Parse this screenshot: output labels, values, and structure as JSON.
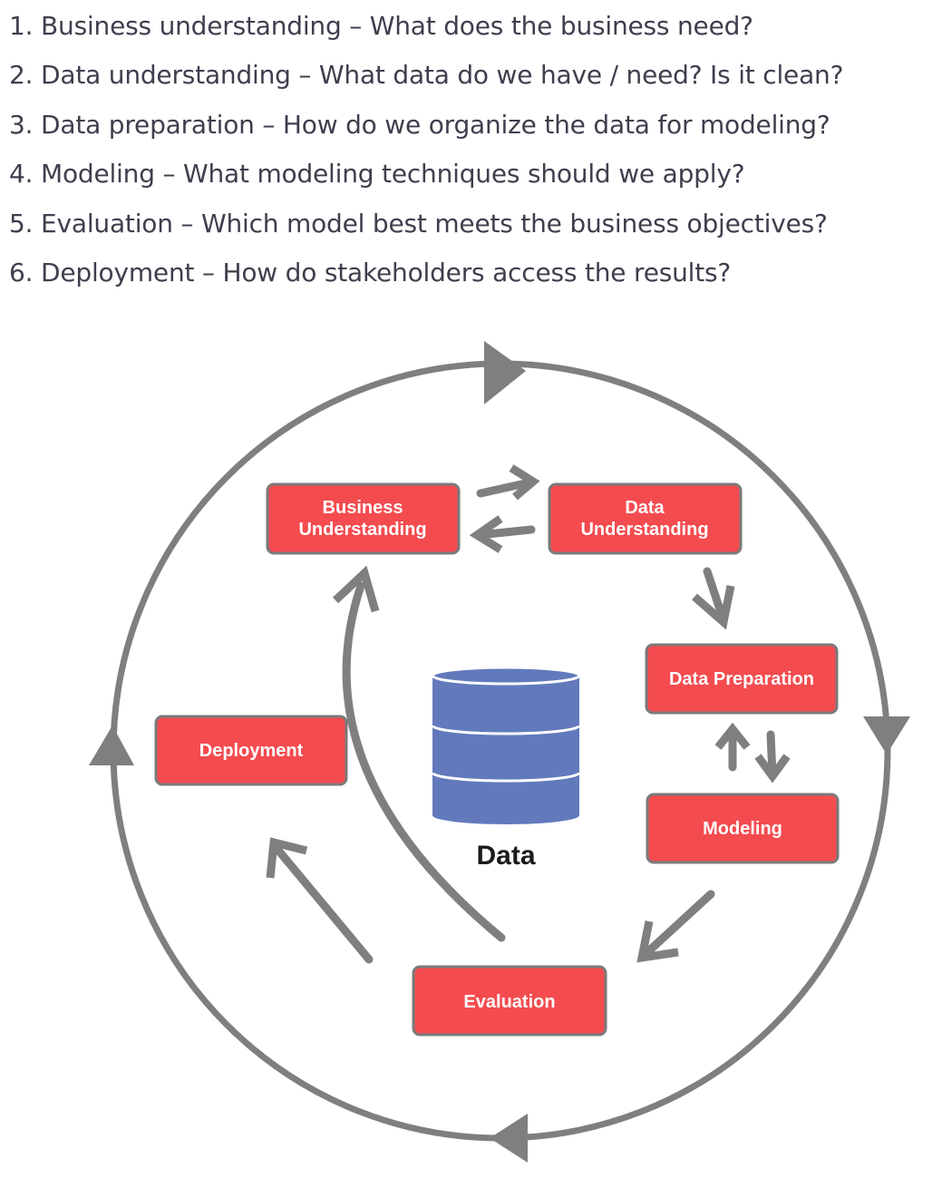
{
  "steps": [
    "1. Business understanding – What does the business need?",
    "2. Data understanding – What data do we have / need? Is it clean?",
    "3. Data preparation – How do we organize the data for modeling?",
    "4. Modeling – What modeling techniques should we apply?",
    "5. Evaluation – Which model best meets the business objectives?",
    "6. Deployment – How do stakeholders access the results?"
  ],
  "diagram": {
    "boxes": {
      "business_understanding": [
        "Business",
        "Understanding"
      ],
      "data_understanding": [
        "Data",
        "Understanding"
      ],
      "data_preparation": "Data Preparation",
      "modeling": "Modeling",
      "evaluation": "Evaluation",
      "deployment": "Deployment"
    },
    "center_label": "Data",
    "colors": {
      "box_fill": "#f44b4f",
      "box_border": "#7a7a7a",
      "arrow": "#7f7f7f",
      "database": "#6279bc"
    }
  }
}
